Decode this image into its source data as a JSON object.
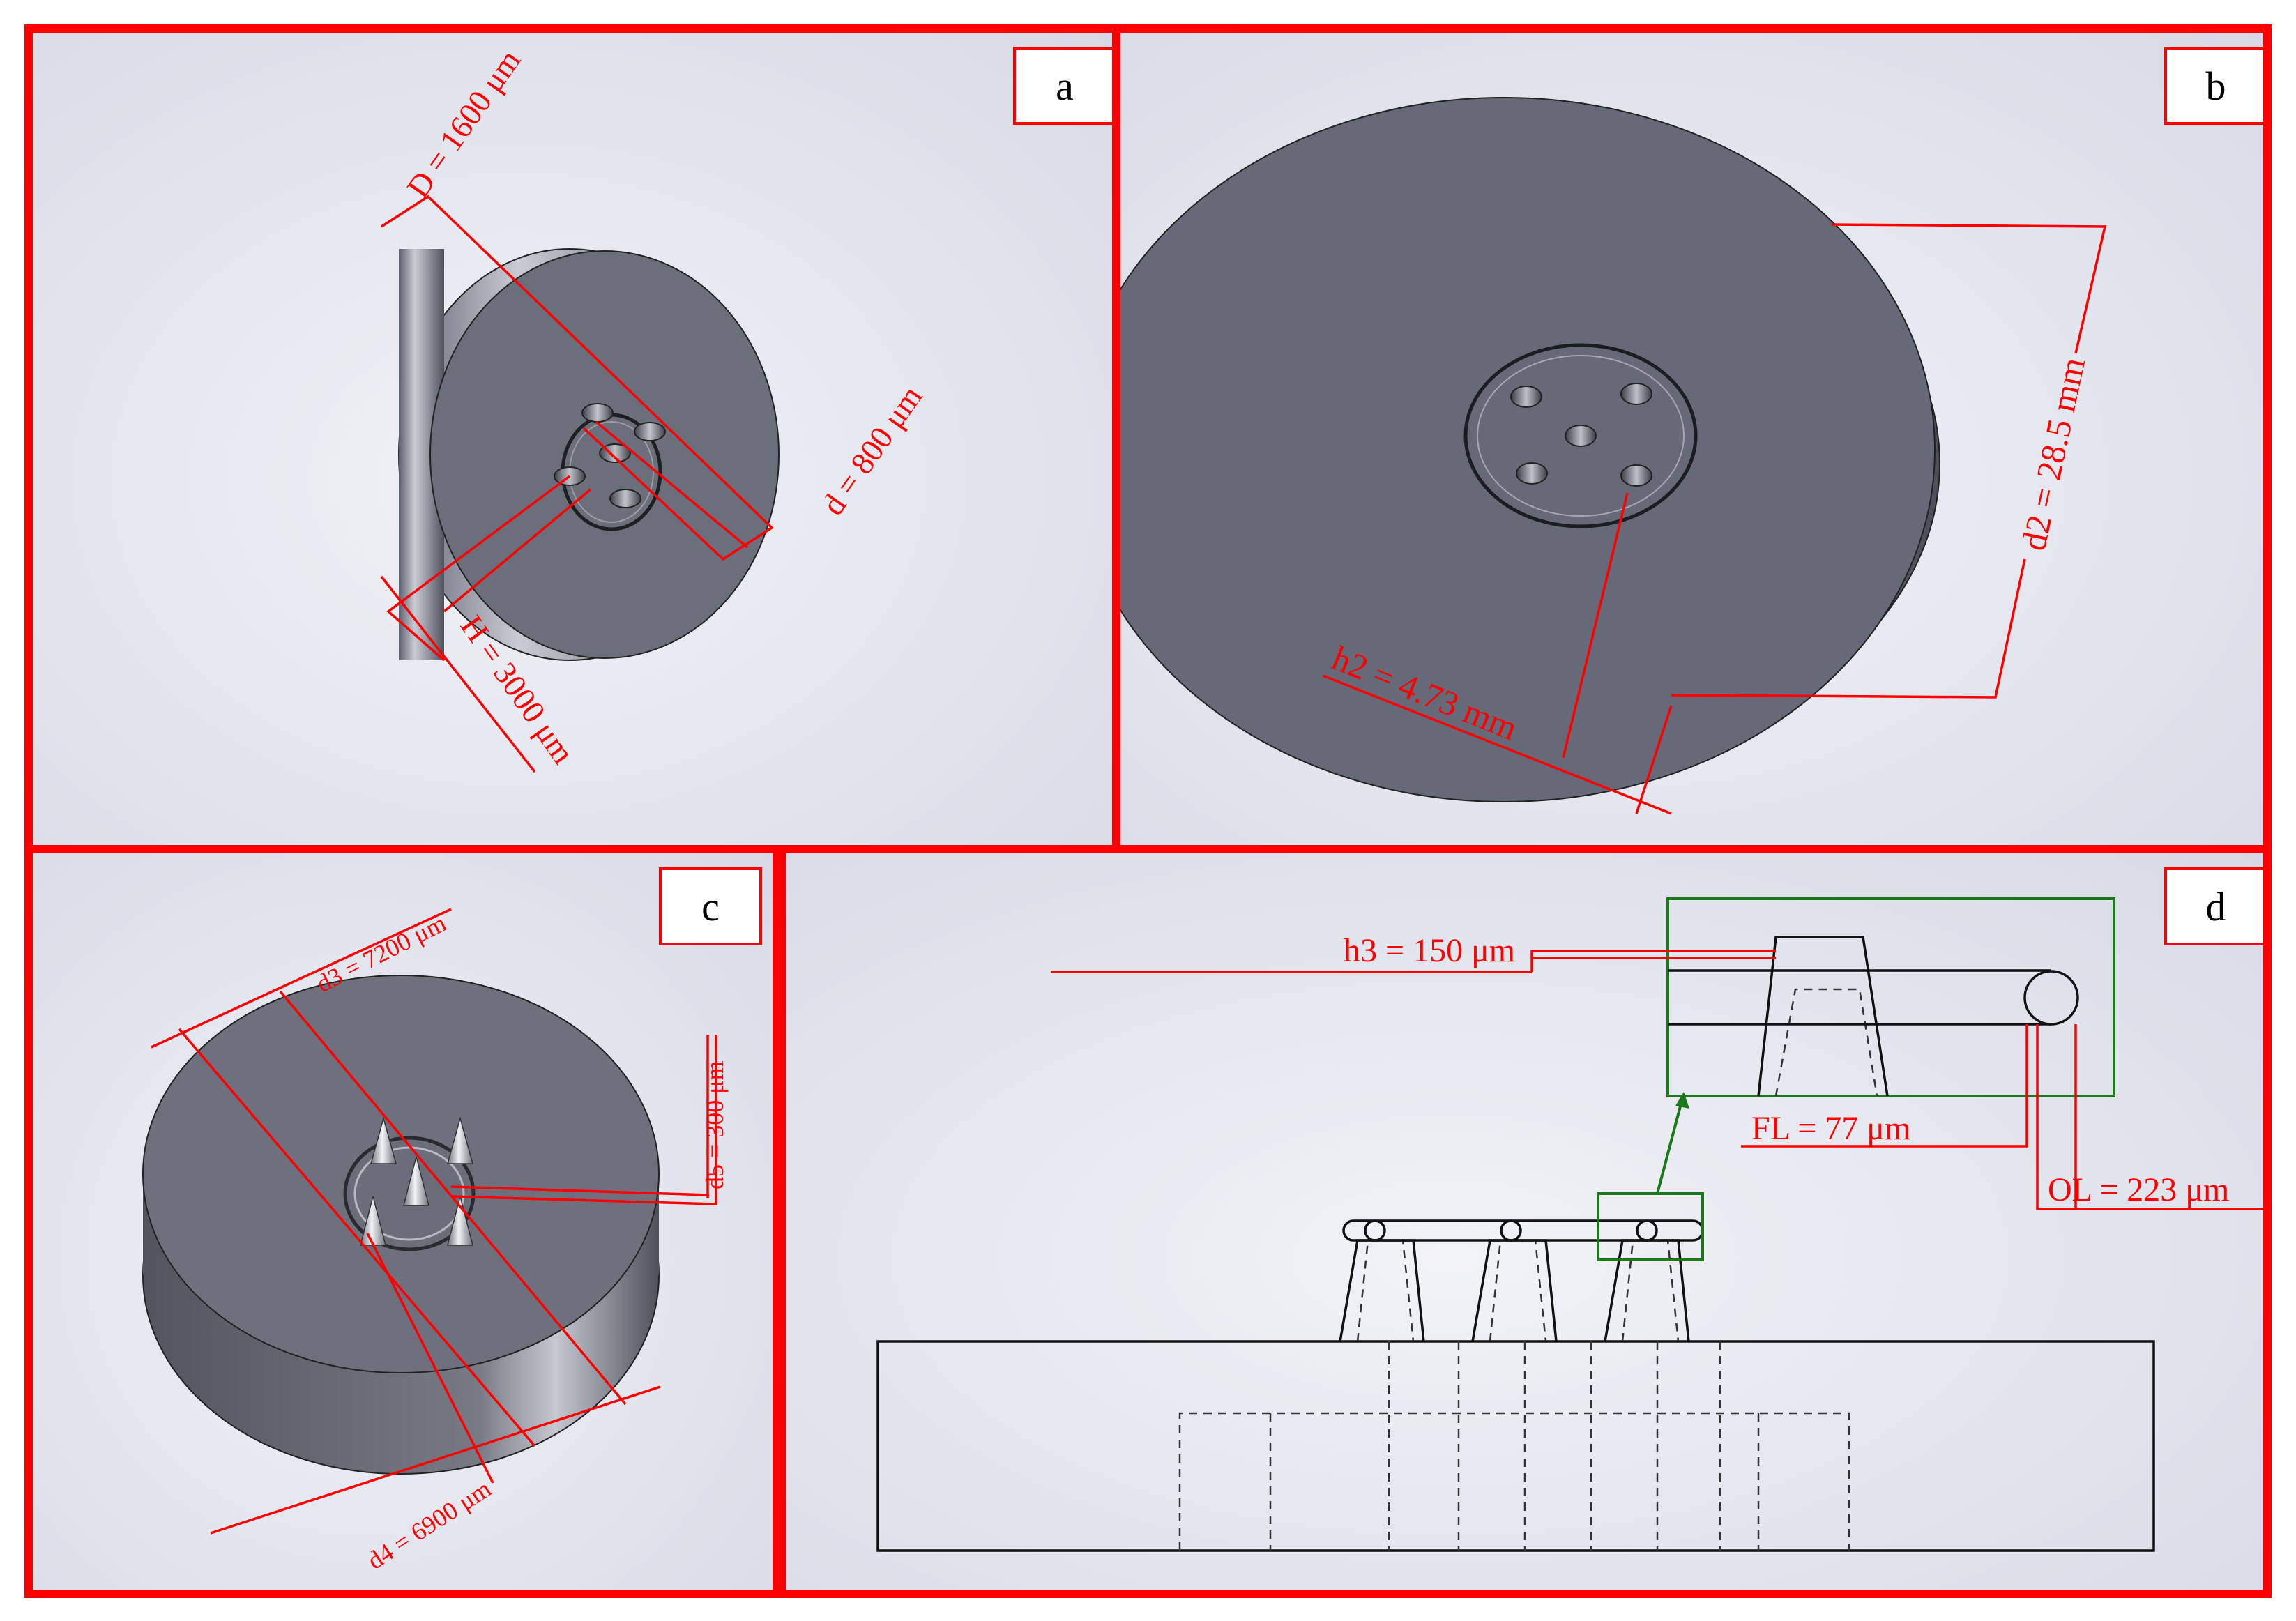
{
  "panels": {
    "a": {
      "label": "a",
      "D": "D = 1600 μm",
      "d": "d = 800 μm",
      "H": "H = 3000 μm"
    },
    "b": {
      "label": "b",
      "d2": "d2 = 28.5 mm",
      "h2": "h2 = 4.73 mm"
    },
    "c": {
      "label": "c",
      "d3": "d3 = 7200 μm",
      "d4": "d4 = 6900 μm",
      "d5": "d5 = 300 μm"
    },
    "d": {
      "label": "d",
      "h3": "h3 = 150 μm",
      "FL": "FL = 77 μm",
      "OL": "OL = 223 μm"
    }
  },
  "colors": {
    "frame": "#ff0000",
    "dimension": "#ff0000",
    "zoom_box": "#1a7a1a",
    "disc_face": "#6c6f7c",
    "disc_side": "#545866"
  }
}
